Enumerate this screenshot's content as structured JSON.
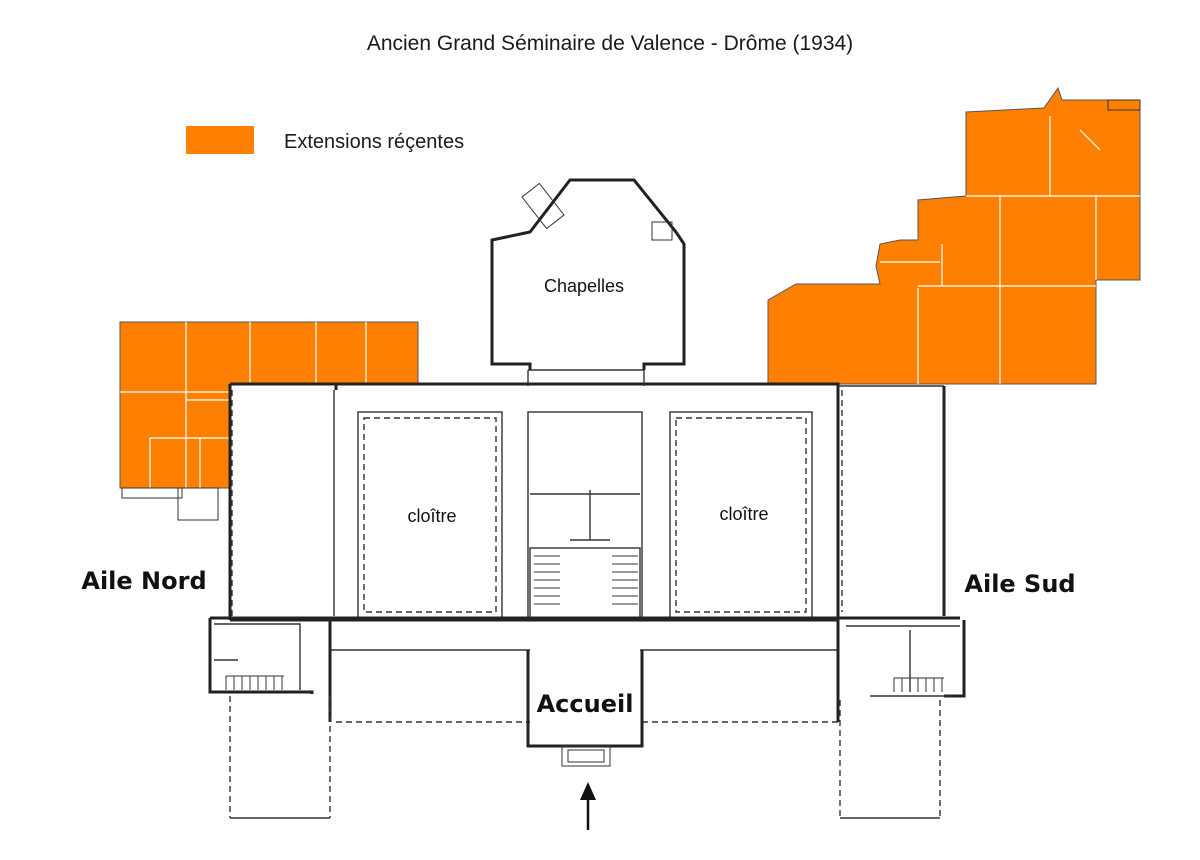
{
  "title": "Ancien Grand Séminaire de Valence - Drôme (1934)",
  "legend": {
    "label": "Extensions réçentes",
    "color": "#ff8000"
  },
  "rooms": {
    "chapelles": "Chapelles",
    "cloitre_left": "cloître",
    "cloitre_right": "cloître",
    "accueil": "Accueil"
  },
  "wings": {
    "north": "Aile Nord",
    "south": "Aile Sud"
  },
  "icons": {
    "entrance": "arrow-up-icon"
  }
}
